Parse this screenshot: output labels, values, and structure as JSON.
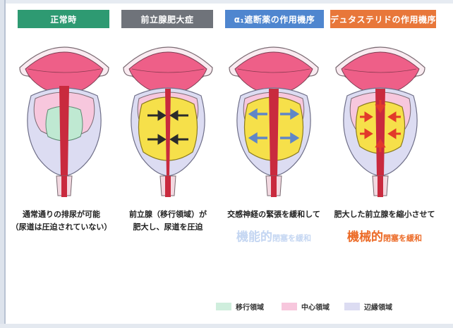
{
  "headers": [
    {
      "label": "正常時",
      "color": "#2e9a72"
    },
    {
      "label": "前立腺肥大症",
      "color": "#6f737a"
    },
    {
      "label": "α₁遮断薬の作用機序",
      "color": "#4f86cf"
    },
    {
      "label": "デュタステリドの作用機序",
      "color": "#e8773a"
    }
  ],
  "captions": [
    {
      "line1": "通常通りの排尿が可能",
      "line2": "（尿道は圧迫されていない）"
    },
    {
      "line1": "前立腺（移行領域）が",
      "line2": "肥大し、尿道を圧迫"
    },
    {
      "line1": "交感神経の緊張を緩和して"
    },
    {
      "line1": "肥大した前立腺を縮小させて"
    }
  ],
  "emphasis": [
    {
      "big": "機能的",
      "small": "閉塞を緩和",
      "color": "#c4d6f2"
    },
    {
      "big": "機械的",
      "small": "閉塞を緩和",
      "color": "#ec6a26"
    }
  ],
  "legend": [
    {
      "label": "移行領域",
      "color": "#cfeedd"
    },
    {
      "label": "中心領域",
      "color": "#f7c7dd"
    },
    {
      "label": "辺縁領域",
      "color": "#dcdcf2"
    }
  ]
}
